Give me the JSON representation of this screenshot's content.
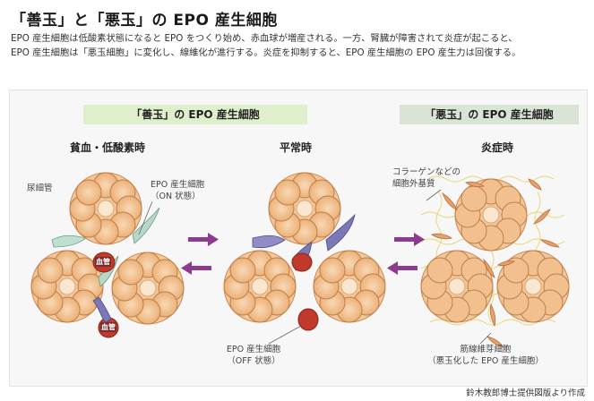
{
  "title": "「善玉」と「悪玉」の EPO 産生細胞",
  "description": {
    "line1": "EPO 産生細胞は低酸素状態になると EPO をつくり始め、赤血球が増産される。一方、腎臓が障害されて炎症が起こると、",
    "line2": "EPO 産生細胞は「悪玉細胞」に変化し、線維化が進行する。炎症を抑制すると、EPO 産生細胞の EPO 産生力は回復する。"
  },
  "headers": {
    "good": "「善玉」の EPO 産生細胞",
    "bad": "「悪玉」の EPO 産生細胞"
  },
  "states": {
    "anemia": "貧血・低酸素時",
    "normal": "平常時",
    "inflammation": "炎症時"
  },
  "labels": {
    "tubule": "尿細管",
    "epo_on_line1": "EPO 産生細胞",
    "epo_on_line2": "（ON 状態）",
    "vessel_1": "血管",
    "vessel_2": "血管",
    "epo_off_line1": "EPO 産生細胞",
    "epo_off_line2": "（OFF 状態）",
    "collagen_line1": "コラーゲンなどの",
    "collagen_line2": "細胞外基質",
    "myofibro_line1": "筋線維芽細胞",
    "myofibro_line2": "（悪玉化した EPO 産生細胞）"
  },
  "credit": "鈴木教郎博士提供図版より作成",
  "colors": {
    "tubule_cell": "#f3c79a",
    "tubule_border": "#c98b55",
    "epo_cell": "#7b78b8",
    "blood_vessel": "#c0392b",
    "arrow": "#8e3a8e",
    "good_header": "#dfeecb",
    "bad_header": "#d9e4d6",
    "myofibroblast": "#e6a16a"
  }
}
